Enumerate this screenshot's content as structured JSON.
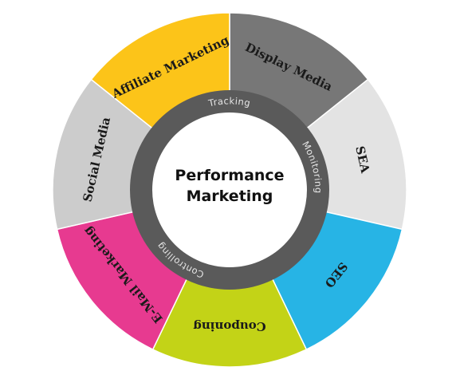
{
  "center": {
    "line1": "Performance",
    "line2": "Marketing"
  },
  "ring_labels": [
    {
      "text": "Tracking",
      "angle": 0
    },
    {
      "text": "Monitoring",
      "angle": 75
    },
    {
      "text": "Controlling",
      "angle": 215
    }
  ],
  "segments": [
    {
      "label": "Display Media",
      "color": "#777777"
    },
    {
      "label": "SEA",
      "color": "#e3e3e3"
    },
    {
      "label": "SEO",
      "color": "#27b4e5"
    },
    {
      "label": "Couponing",
      "color": "#c3d317"
    },
    {
      "label": "E-Mail Marketing",
      "color": "#e73a90"
    },
    {
      "label": "Social Media",
      "color": "#cccccc"
    },
    {
      "label": "Affiliate Marketing",
      "color": "#fcc419"
    }
  ],
  "colors": {
    "ring": "#5a5a5a",
    "center_fill": "#ffffff",
    "divider": "#ffffff"
  }
}
